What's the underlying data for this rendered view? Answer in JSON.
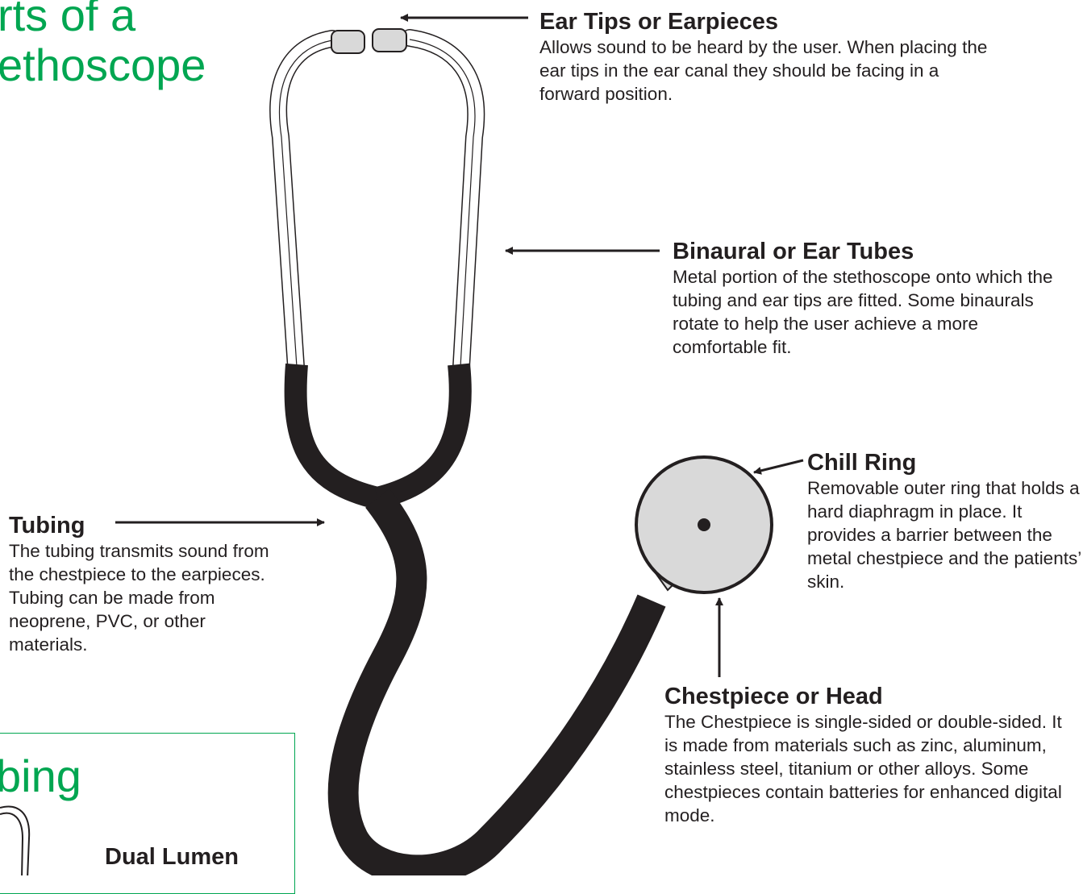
{
  "page_title": {
    "line1": "rts of a",
    "line2": "ethoscope"
  },
  "labels": {
    "ear_tips": {
      "heading": "Ear Tips or Earpieces",
      "description": "Allows sound to be heard by the user. When placing the ear tips in the ear canal they should be facing in a forward position."
    },
    "binaural": {
      "heading": "Binaural or Ear Tubes",
      "description": "Metal portion of the stethoscope onto which the tubing and ear tips are fitted. Some binaurals rotate to help the user achieve a more comfortable fit."
    },
    "chill_ring": {
      "heading": "Chill Ring",
      "description": "Removable outer ring that holds a hard diaphragm in place. It provides a barrier between the metal chestpiece and the patients’ skin."
    },
    "tubing": {
      "heading": "Tubing",
      "description": "The tubing transmits sound from the chestpiece to the earpieces. Tubing can be made from neoprene, PVC, or other materials."
    },
    "chestpiece": {
      "heading": "Chestpiece or Head",
      "description": "The Chestpiece is single-sided or double-sided. It is made from materials such as zinc, aluminum, stainless steel, titanium or other alloys. Some chestpieces contain batteries for enhanced digital mode."
    }
  },
  "tubing_section": {
    "title": "bing",
    "item_label": "Dual Lumen"
  },
  "colors": {
    "accent_green": "#00a651",
    "tubing_black": "#231f20",
    "metal_fill": "#d9d9d9",
    "text": "#231f20"
  }
}
